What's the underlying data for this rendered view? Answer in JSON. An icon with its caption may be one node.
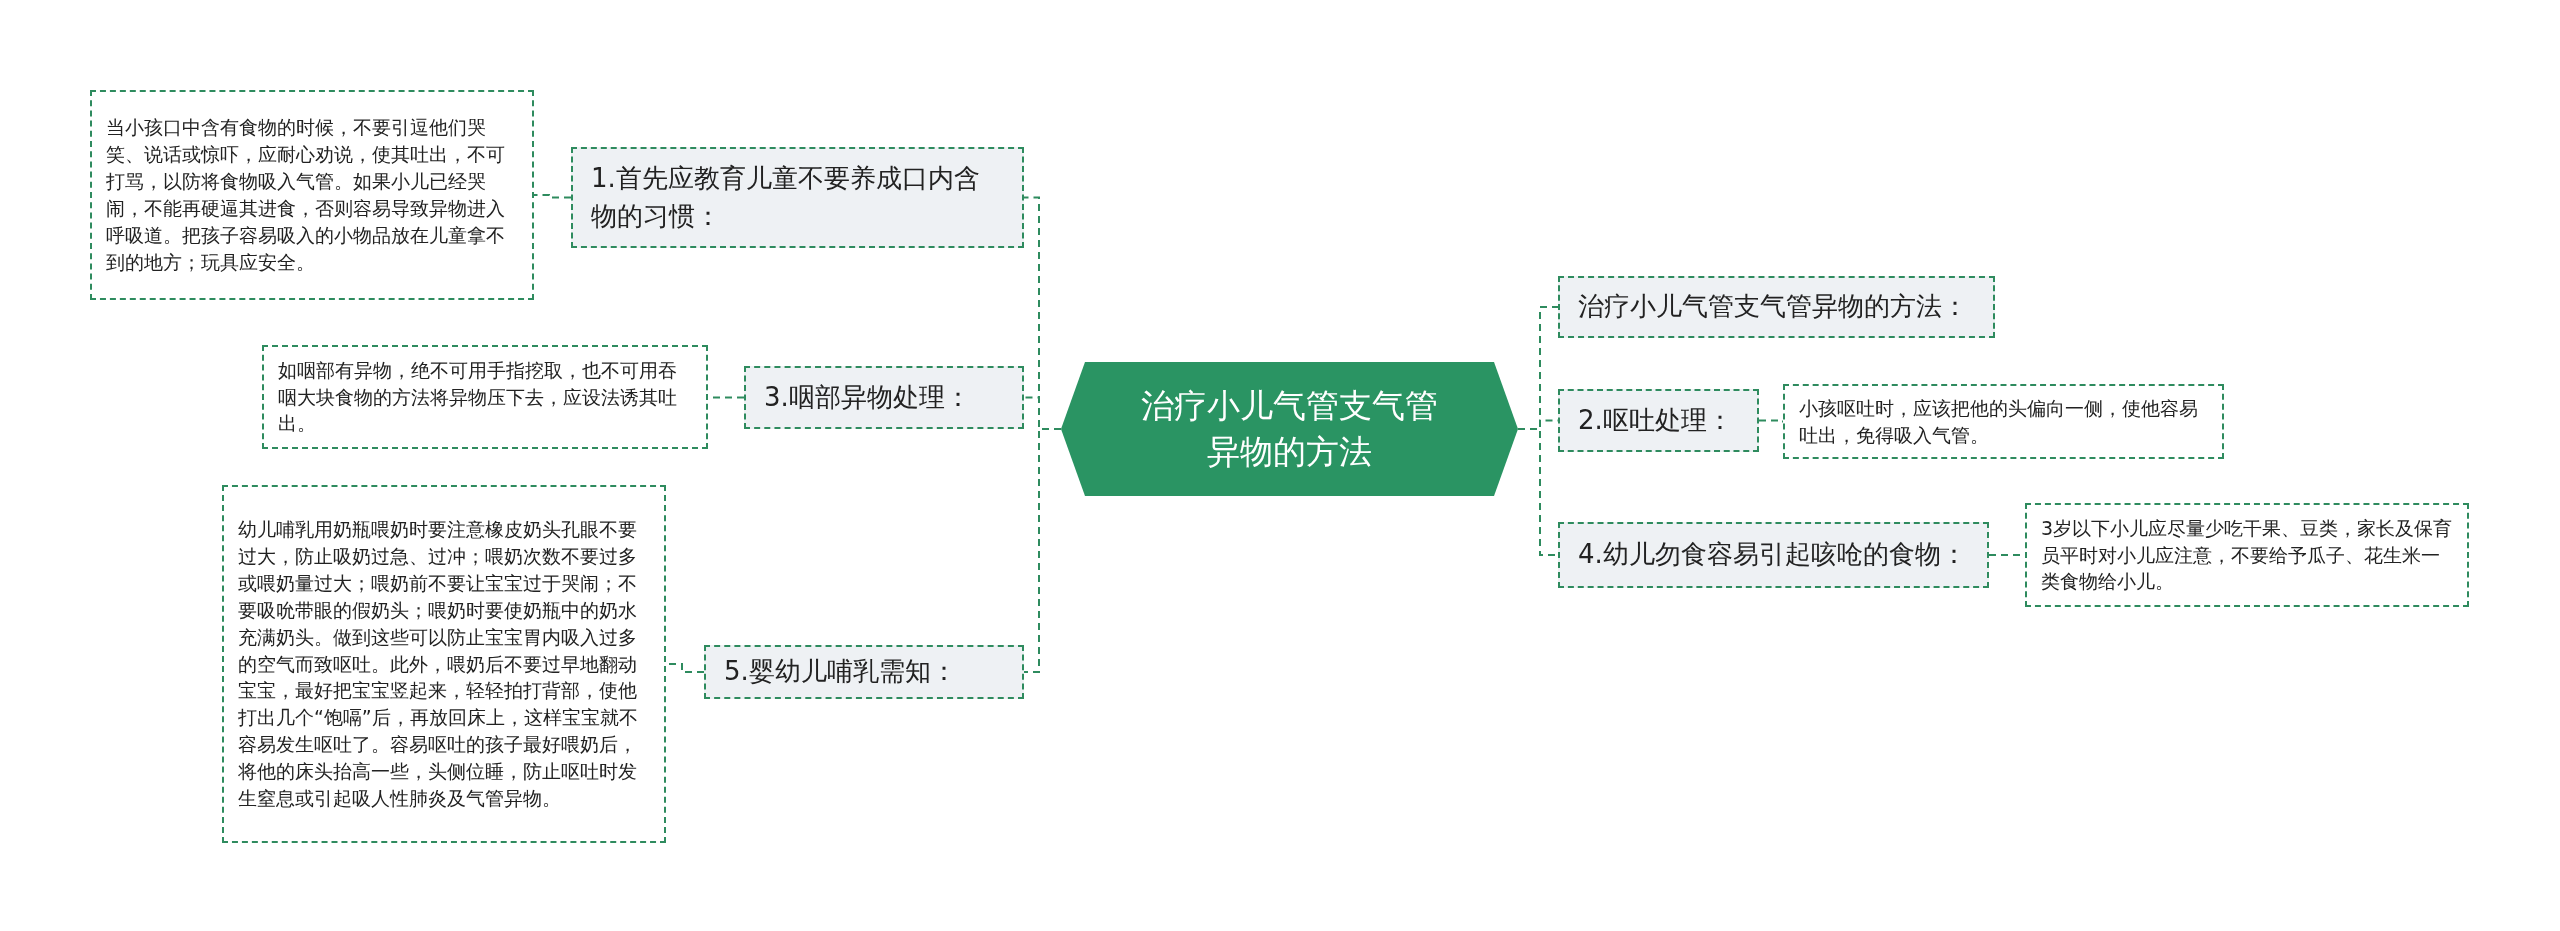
{
  "diagram": {
    "nodes": [
      {
        "text": [
          "治疗小儿气管支气管异物的方法"
        ]
      },
      {
        "text": [
          "1.首先应教育儿童不要养成口内含物的习惯："
        ]
      },
      {
        "text": [
          "当小孩口中含有食物的时候，不要引逗他们哭笑、说话或惊吓，应耐心劝说，使其吐出，不可打骂，以防将食物吸入气管。如果小儿已经哭闹，不能再硬逼其进食，否则容易导致异物进入呼吸道。把孩子容易吸入的小物品放在儿童拿不到的地方；玩具应安全。"
        ]
      },
      {
        "text": [
          "3.咽部异物处理："
        ]
      },
      {
        "text": [
          "如咽部有异物，绝不可用手指挖取，也不可用吞咽大块食物的方法将异物压下去，应设法诱其吐出。"
        ]
      },
      {
        "text": [
          "5.婴幼儿哺乳需知："
        ]
      },
      {
        "text": [
          "幼儿哺乳用奶瓶喂奶时要注意橡皮奶头孔眼不要过大，防止吸奶过急、过冲；喂奶次数不要过多或喂奶量过大；喂奶前不要让宝宝过于哭闹；不要吸吮带眼的假奶头；喂奶时要使奶瓶中的奶水充满奶头。做到这些可以防止宝宝胃内吸入过多的空气而致呕吐。此外，喂奶后不要过早地翻动宝宝，最好把宝宝竖起来，轻轻拍打背部，使他打出几个“饱嗝”后，再放回床上，这样宝宝就不容易发生呕吐了。容易呕吐的孩子最好喂奶后，将他的床头抬高一些，头侧位睡，防止呕吐时发生窒息或引起吸人性肺炎及气管异物。"
        ]
      },
      {
        "text": [
          "治疗小儿气管支气管异物的方法："
        ]
      },
      {
        "text": [
          "2.呕吐处理："
        ]
      },
      {
        "text": [
          "小孩呕吐时，应该把他的头偏向一侧，使他容易吐出，免得吸入气管。"
        ]
      },
      {
        "text": [
          "4.幼儿勿食容易引起咳呛的食物："
        ]
      },
      {
        "text": [
          "3岁以下小儿应尽量少吃干果、豆类，家长及保育员平时对小儿应注意，不要给予瓜子、花生米一类食物给小儿。"
        ]
      }
    ],
    "edges": [
      {
        "from": 0,
        "to": 1,
        "arrow": "none"
      },
      {
        "from": 1,
        "to": 2,
        "arrow": "none"
      },
      {
        "from": 0,
        "to": 3,
        "arrow": "none"
      },
      {
        "from": 3,
        "to": 4,
        "arrow": "none"
      },
      {
        "from": 0,
        "to": 5,
        "arrow": "none"
      },
      {
        "from": 5,
        "to": 6,
        "arrow": "none"
      },
      {
        "from": 0,
        "to": 7,
        "arrow": "none"
      },
      {
        "from": 0,
        "to": 8,
        "arrow": "none"
      },
      {
        "from": 8,
        "to": 9,
        "arrow": "none"
      },
      {
        "from": 0,
        "to": 10,
        "arrow": "none"
      },
      {
        "from": 10,
        "to": 11,
        "arrow": "none"
      }
    ]
  }
}
